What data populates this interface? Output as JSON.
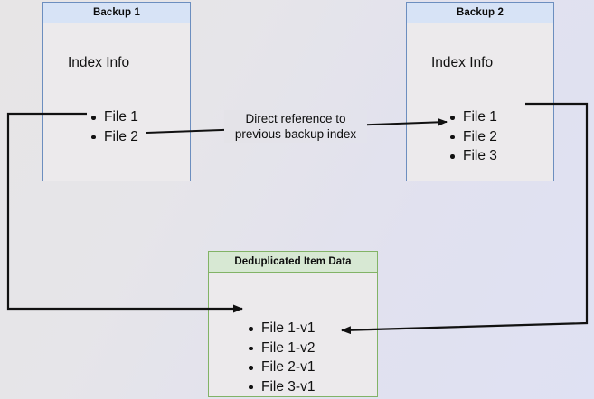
{
  "diagram": {
    "title_hidden": "",
    "colors": {
      "blue_border": "#6c8ebf",
      "blue_header_fill": "#d7e3f6",
      "green_border": "#82b366",
      "green_header_fill": "#d7e8d3",
      "body_fill": "#eceaec",
      "connector": "#111111",
      "text": "#101010"
    },
    "nodes": [
      {
        "id": "backup1",
        "title": "Backup 1",
        "section_label": "Index Info",
        "items": [
          "File 1",
          "File 2"
        ]
      },
      {
        "id": "backup2",
        "title": "Backup 2",
        "section_label": "Index Info",
        "items": [
          "File 1",
          "File 2",
          "File 3"
        ]
      },
      {
        "id": "dedup",
        "title": "Deduplicated Item Data",
        "section_label": "",
        "items": [
          "File 1-v1",
          "File 1-v2",
          "File 2-v1",
          "File 3-v1"
        ]
      }
    ],
    "edge_label": {
      "line1": "Direct reference to",
      "line2": "previous backup index"
    }
  }
}
